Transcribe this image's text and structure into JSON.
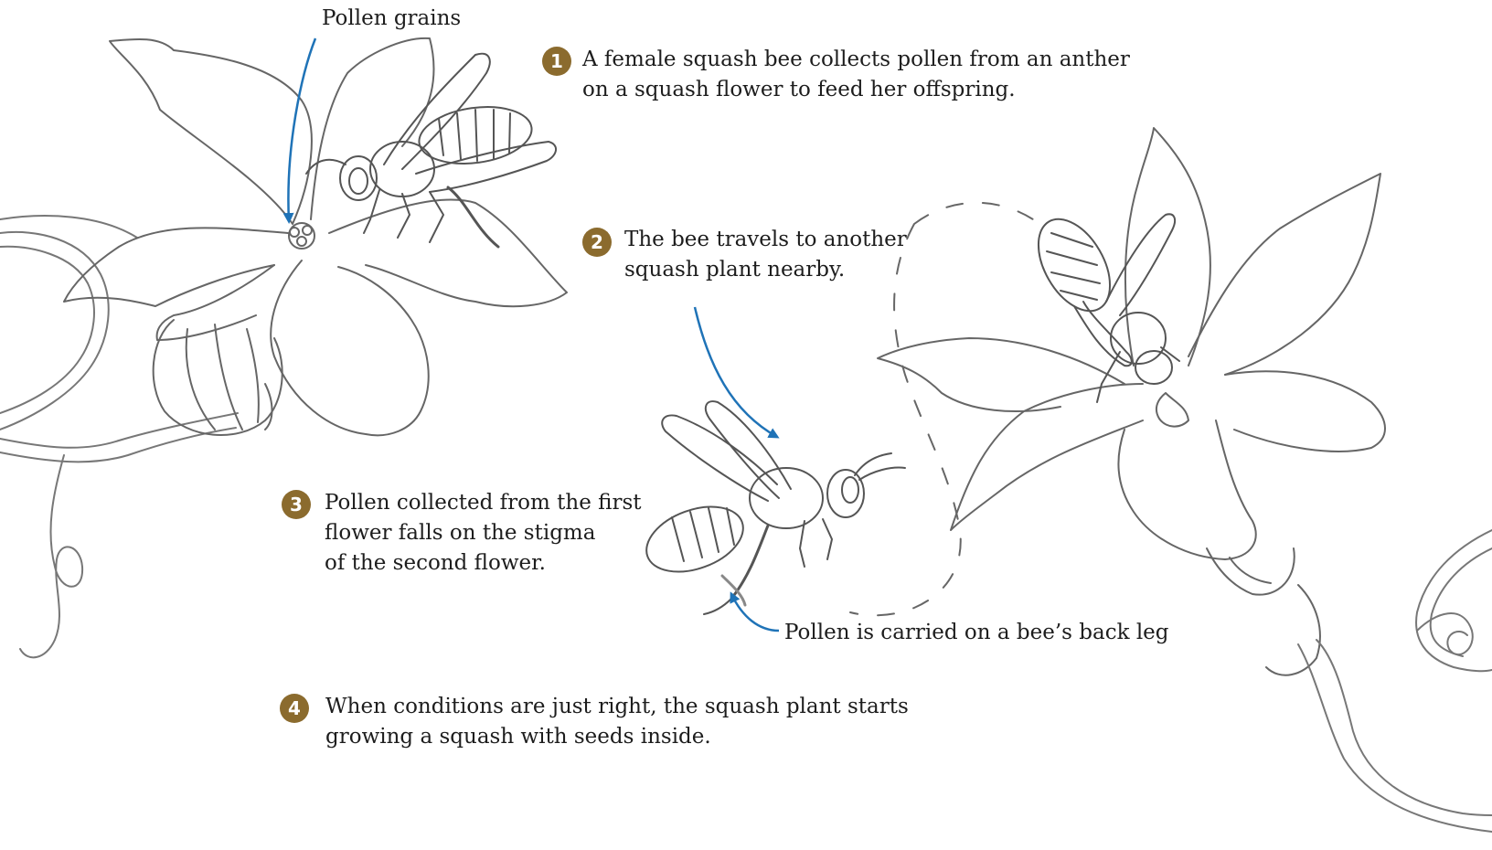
{
  "colors": {
    "badge": "#8b6b2e",
    "arrow": "#1f73b7",
    "sketch": "#555555"
  },
  "callouts": {
    "pollen_grains": "Pollen grains",
    "back_leg": "Pollen is carried on a bee’s back leg"
  },
  "steps": [
    {
      "number": "1",
      "lines": [
        "A female squash bee collects pollen from an anther",
        "on a squash flower to feed her offspring."
      ]
    },
    {
      "number": "2",
      "lines": [
        "The bee travels to another",
        "squash plant nearby."
      ]
    },
    {
      "number": "3",
      "lines": [
        "Pollen collected from the first",
        "flower falls on the stigma",
        "of the second flower."
      ]
    },
    {
      "number": "4",
      "lines": [
        "When conditions are just right, the squash plant starts",
        "growing a squash with seeds inside."
      ]
    }
  ],
  "illustration": {
    "subjects": [
      "squash-flower-icon",
      "squash-bee-icon",
      "vine-icon"
    ]
  }
}
